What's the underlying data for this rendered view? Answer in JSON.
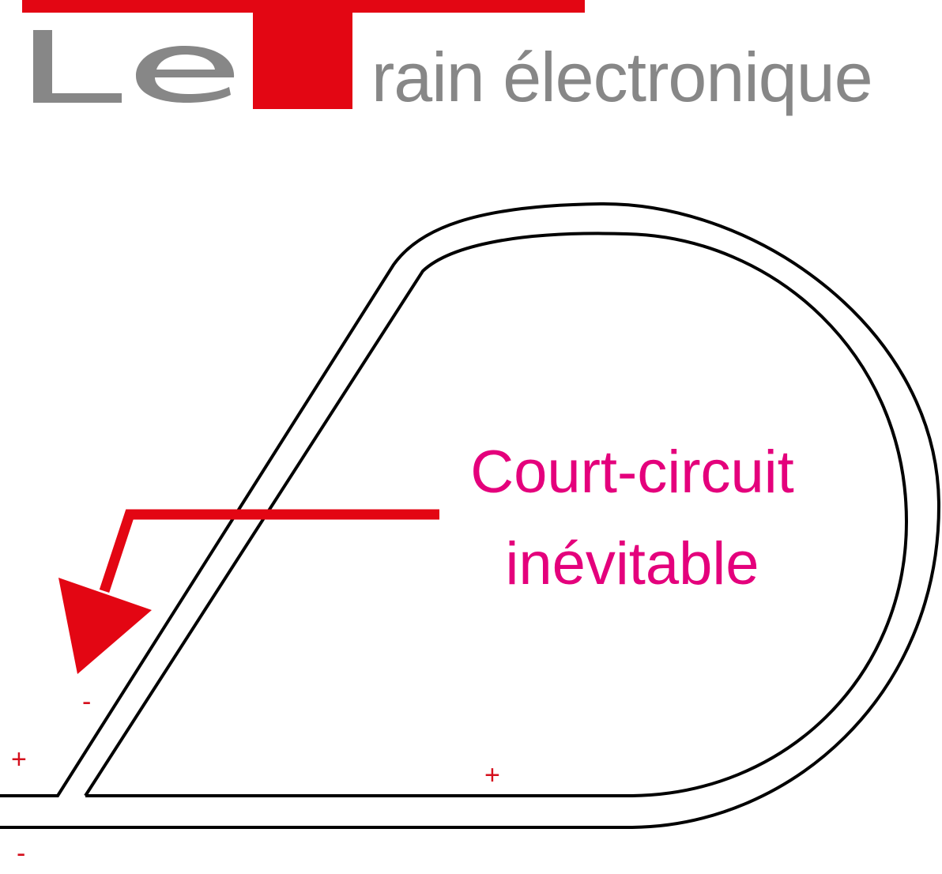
{
  "logo": {
    "prefix": "Le",
    "letter_T": "T",
    "suffix": "rain électronique",
    "full_title": "Le Train électronique",
    "colors": {
      "red": "#e30613",
      "gray": "#878787"
    }
  },
  "diagram": {
    "description": "Reverse loop track layout with double-rail lines",
    "callout": {
      "line1": "Court-circuit",
      "line2": "inévitable",
      "color": "#e4007c"
    },
    "arrow_color": "#e30613",
    "rail_color": "#000000",
    "polarity_labels": [
      {
        "id": "diagonal-inner",
        "text": "-"
      },
      {
        "id": "left-top-rail",
        "text": "+"
      },
      {
        "id": "loop-bottom-rail",
        "text": "+"
      },
      {
        "id": "left-bottom-rail",
        "text": "-"
      }
    ]
  }
}
